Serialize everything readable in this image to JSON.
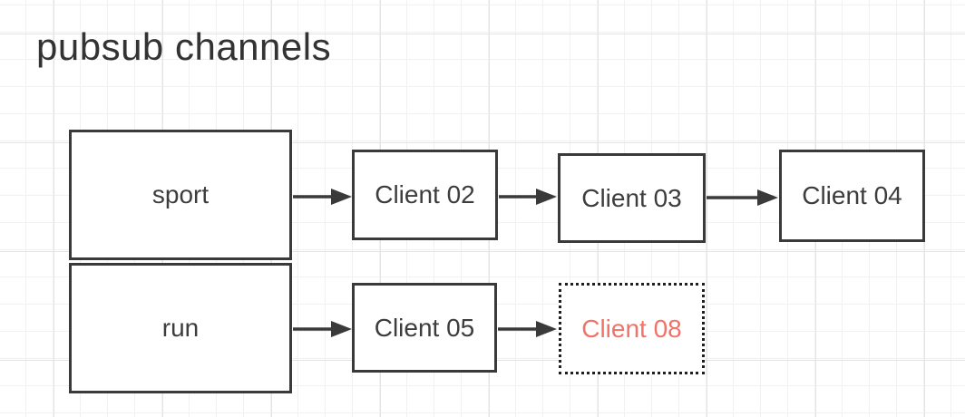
{
  "title": "pubsub channels",
  "channels": {
    "sport": {
      "label": "sport"
    },
    "run": {
      "label": "run"
    }
  },
  "clients": {
    "client02": {
      "label": "Client 02",
      "border_style": "solid",
      "text_color": "#3d3d3d"
    },
    "client03": {
      "label": "Client 03",
      "border_style": "solid",
      "text_color": "#3d3d3d"
    },
    "client04": {
      "label": "Client 04",
      "border_style": "solid",
      "text_color": "#3d3d3d"
    },
    "client05": {
      "label": "Client 05",
      "border_style": "solid",
      "text_color": "#3d3d3d"
    },
    "client08": {
      "label": "Client 08",
      "border_style": "dotted",
      "text_color": "#f17368"
    }
  },
  "connections": [
    {
      "from": "sport",
      "to": "client02"
    },
    {
      "from": "client02",
      "to": "client03"
    },
    {
      "from": "client03",
      "to": "client04"
    },
    {
      "from": "run",
      "to": "client05"
    },
    {
      "from": "client05",
      "to": "client08"
    }
  ],
  "colors": {
    "shape_stroke": "#3a3a3a",
    "text": "#3d3d3d",
    "highlight_text": "#f17368",
    "canvas_background": "#ffffff",
    "grid_minor": "#f1f1f1",
    "grid_major": "#e4e4e4"
  }
}
